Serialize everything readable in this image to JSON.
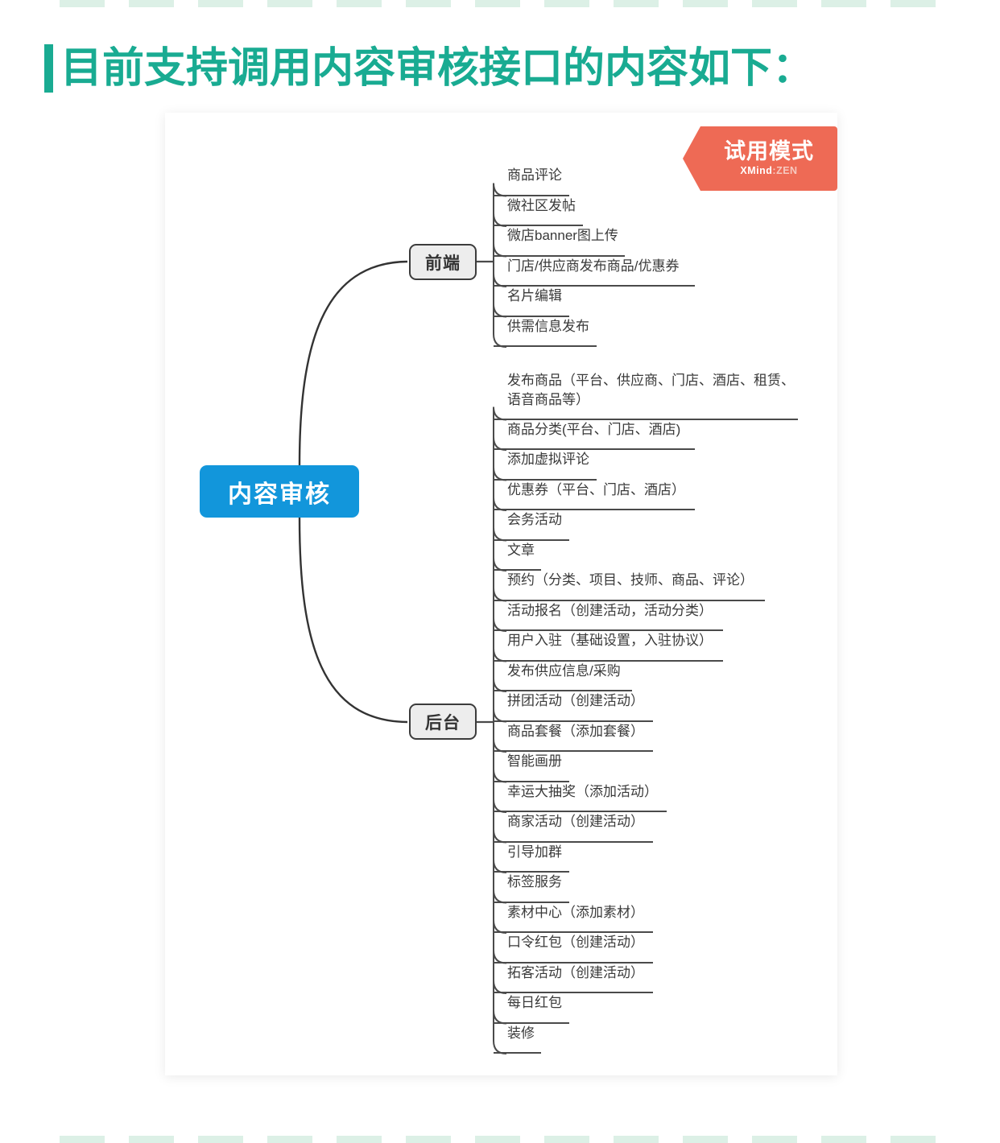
{
  "heading": {
    "text": "目前支持调用内容审核接口的内容如下：",
    "accent_color": "#19ab92"
  },
  "trial_badge": {
    "title": "试用模式",
    "brand_bold": "XMind",
    "brand_sep": ":",
    "brand_light": "ZEN",
    "color": "#ee6a55"
  },
  "mindmap": {
    "root": {
      "label": "内容审核",
      "color": "#1296db",
      "text_color": "#ffffff"
    },
    "branches": [
      {
        "label": "前端",
        "fill": "#ededed",
        "border": "#3c3c3c",
        "items": [
          "商品评论",
          "微社区发帖",
          "微店banner图上传",
          "门店/供应商发布商品/优惠券",
          "名片编辑",
          "供需信息发布"
        ]
      },
      {
        "label": "后台",
        "fill": "#ededed",
        "border": "#3c3c3c",
        "items": [
          "发布商品（平台、供应商、门店、酒店、租赁、语音商品等）",
          "商品分类(平台、门店、酒店)",
          "添加虚拟评论",
          "优惠券（平台、门店、酒店）",
          "会务活动",
          "文章",
          "预约（分类、项目、技师、商品、评论）",
          "活动报名（创建活动，活动分类）",
          "用户入驻（基础设置，入驻协议）",
          "发布供应信息/采购",
          "拼团活动（创建活动）",
          "商品套餐（添加套餐）",
          "智能画册",
          "幸运大抽奖（添加活动）",
          "商家活动（创建活动）",
          "引导加群",
          "标签服务",
          "素材中心（添加素材）",
          "口令红包（创建活动）",
          "拓客活动（创建活动）",
          "每日红包",
          "装修"
        ]
      }
    ]
  }
}
